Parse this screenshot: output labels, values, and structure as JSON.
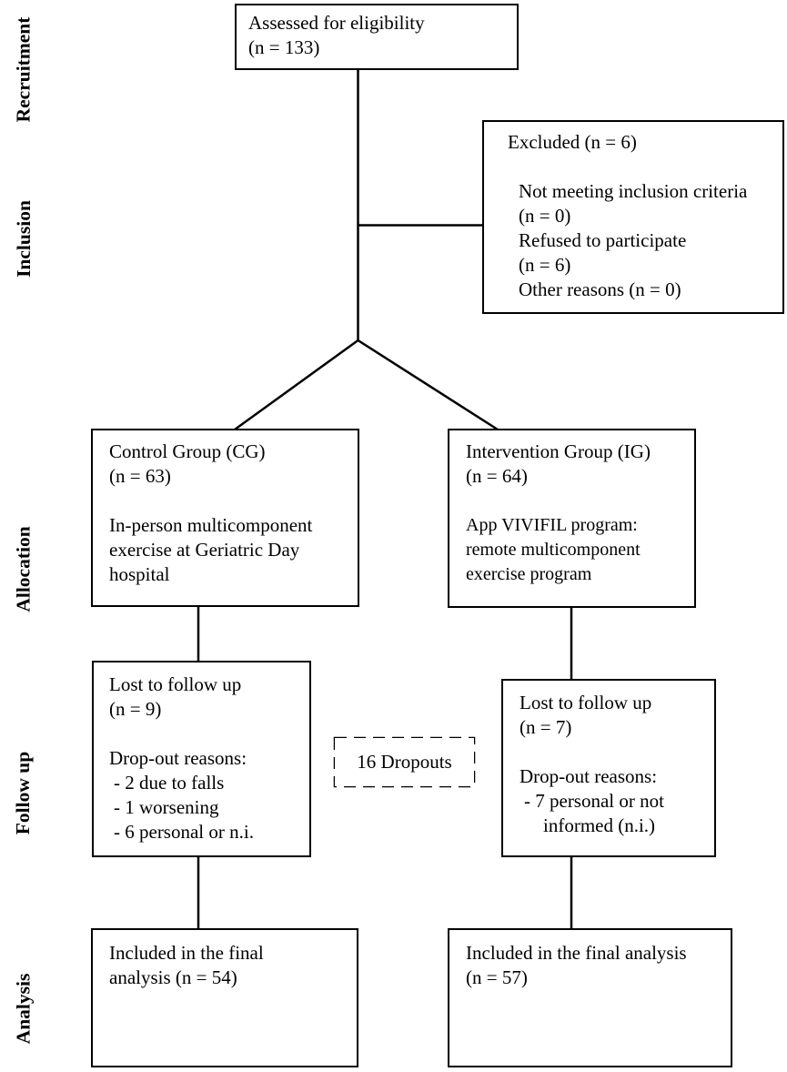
{
  "stages": [
    {
      "label": "Recruitment"
    },
    {
      "label": "Inclusion"
    },
    {
      "label": "Allocation"
    },
    {
      "label": "Follow up"
    },
    {
      "label": "Analysis"
    }
  ],
  "boxes": {
    "assessed": {
      "line1": "Assessed for eligibility",
      "line2": "(n = 133)"
    },
    "excluded": {
      "title": "Excluded (n = 6)",
      "lines": [
        "Not meeting inclusion criteria",
        "(n = 0)",
        "Refused to participate",
        "(n = 6)",
        "Other reasons (n = 0)"
      ]
    },
    "control_group": {
      "title": "Control Group (CG)",
      "n": "(n = 63)",
      "desc": [
        "In-person multicomponent",
        "exercise at Geriatric Day",
        "hospital"
      ]
    },
    "intervention_group": {
      "title": "Intervention Group (IG)",
      "n": "(n = 64)",
      "desc": [
        "App VIVIFIL program:",
        "remote multicomponent",
        "exercise program"
      ]
    },
    "lost_cg": {
      "title": "Lost to follow up",
      "n": "(n = 9)",
      "reasons_title": "Drop-out reasons:",
      "reasons": [
        "- 2 due to falls",
        "- 1 worsening",
        "- 6 personal or n.i."
      ]
    },
    "dropouts": {
      "label": "16 Dropouts"
    },
    "lost_ig": {
      "title": "Lost to follow up",
      "n": "(n = 7)",
      "reasons_title": "Drop-out reasons:",
      "reasons": [
        "- 7 personal or not",
        "informed (n.i.)"
      ]
    },
    "analysis_cg": {
      "line1": "Included in the final",
      "line2": "analysis (n = 54)"
    },
    "analysis_ig": {
      "line1": "Included in the final analysis",
      "line2": "(n = 57)"
    }
  },
  "colors": {
    "line": "#000000",
    "text": "#000000",
    "background": "#ffffff"
  }
}
